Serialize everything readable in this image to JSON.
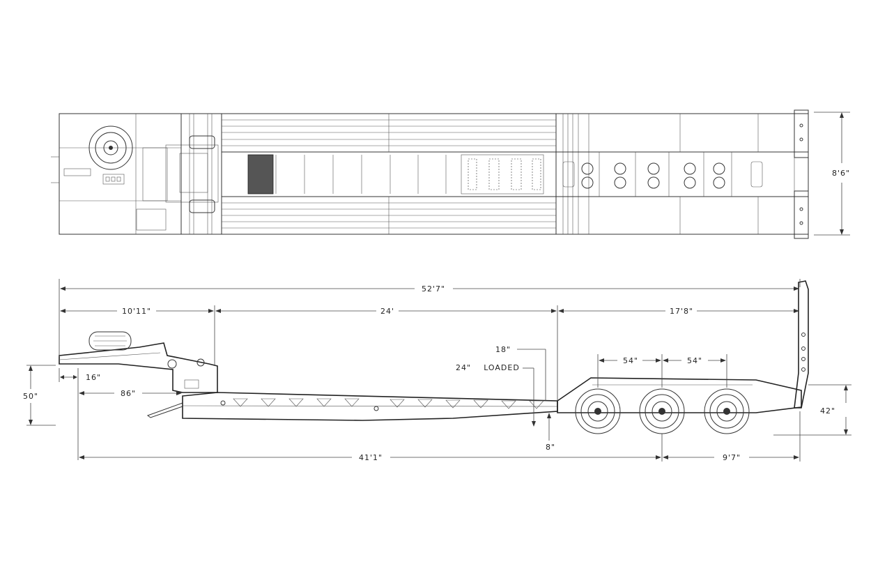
{
  "dimensions": {
    "overall_length": "52'7\"",
    "gooseneck_length": "10'11\"",
    "deck_length": "24'",
    "rear_deck_length": "17'8\"",
    "width": "8'6\"",
    "front_height": "50\"",
    "gooseneck_offset": "16\"",
    "kingpin_to_deck": "86\"",
    "deck_height_top": "18\"",
    "deck_height_loaded_value": "24\"",
    "deck_height_loaded_label": "LOADED",
    "ground_clearance": "8\"",
    "axle_spacing_1": "54\"",
    "axle_spacing_2": "54\"",
    "rear_deck_height": "42\"",
    "kingpin_to_axle": "41'1\"",
    "axle_to_rear": "9'7\""
  },
  "colors": {
    "line": "#333333",
    "background": "#ffffff"
  }
}
